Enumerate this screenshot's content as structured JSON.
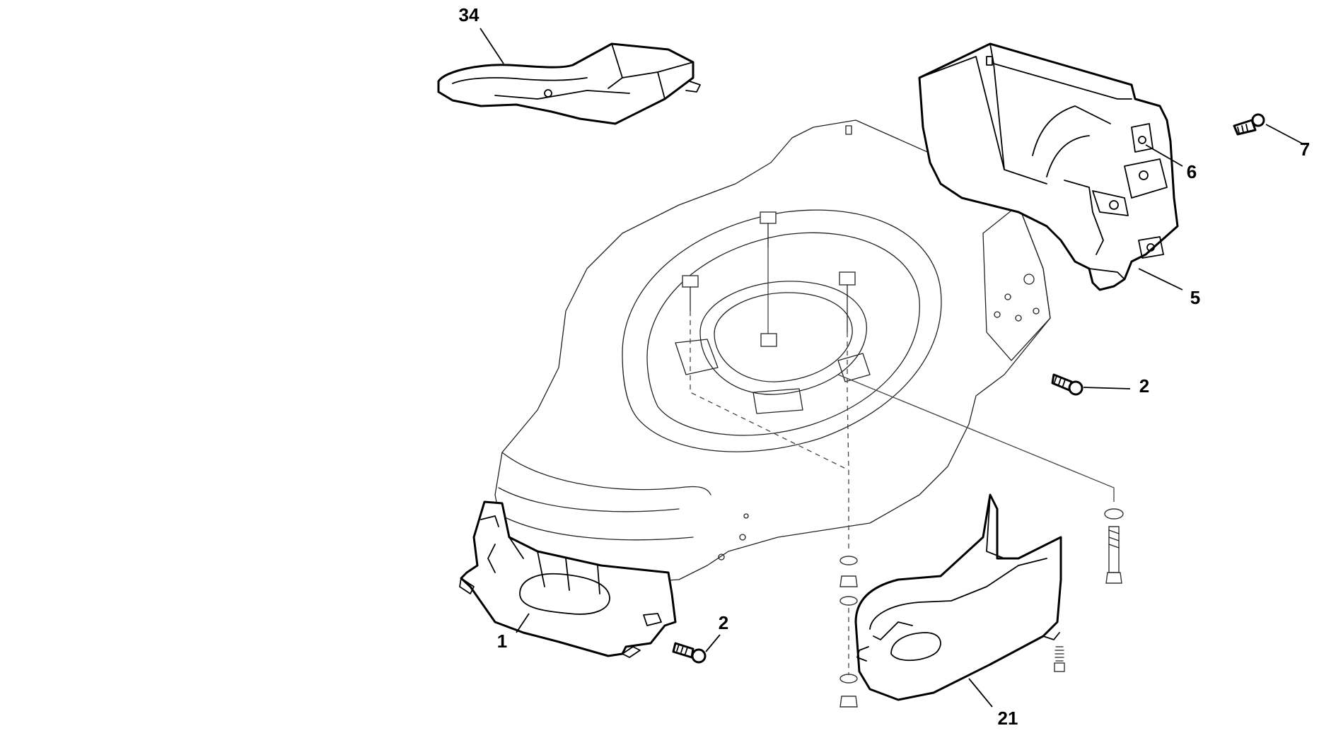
{
  "callouts": {
    "c34": "34",
    "c7": "7",
    "c6": "6",
    "c5": "5",
    "c2_right": "2",
    "c2_bottom": "2",
    "c1": "1",
    "c21": "21"
  }
}
